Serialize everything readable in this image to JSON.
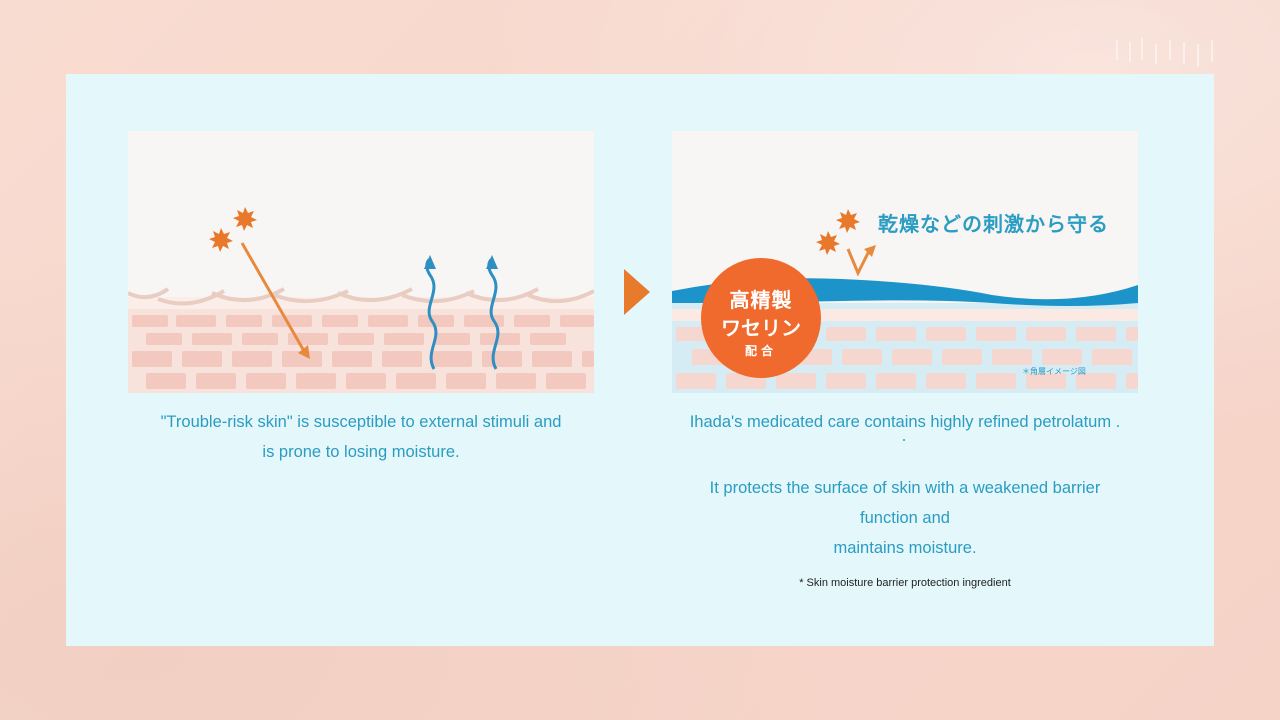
{
  "left_panel": {
    "caption_line1": "\"Trouble-risk skin\" is susceptible to external stimuli and",
    "caption_line2": "is prone to losing moisture."
  },
  "right_panel": {
    "heading_jp": "乾燥などの刺激から守る",
    "badge_line1": "高精製",
    "badge_line2": "ワセリン",
    "badge_line3": "配合",
    "image_note_jp": "＊角層イメージ図",
    "caption_line1": "Ihada's medicated care contains highly refined petrolatum .",
    "caption_line2": "It protects the surface of skin with a weakened barrier",
    "caption_line3": "function and",
    "caption_line4": "maintains moisture.",
    "footnote": "* Skin moisture barrier protection ingredient"
  },
  "colors": {
    "accent_orange": "#ef6a2c",
    "text_blue": "#2b9cc2",
    "panel_bg": "#e4f7fb",
    "page_bg": "#f7d6cb"
  }
}
